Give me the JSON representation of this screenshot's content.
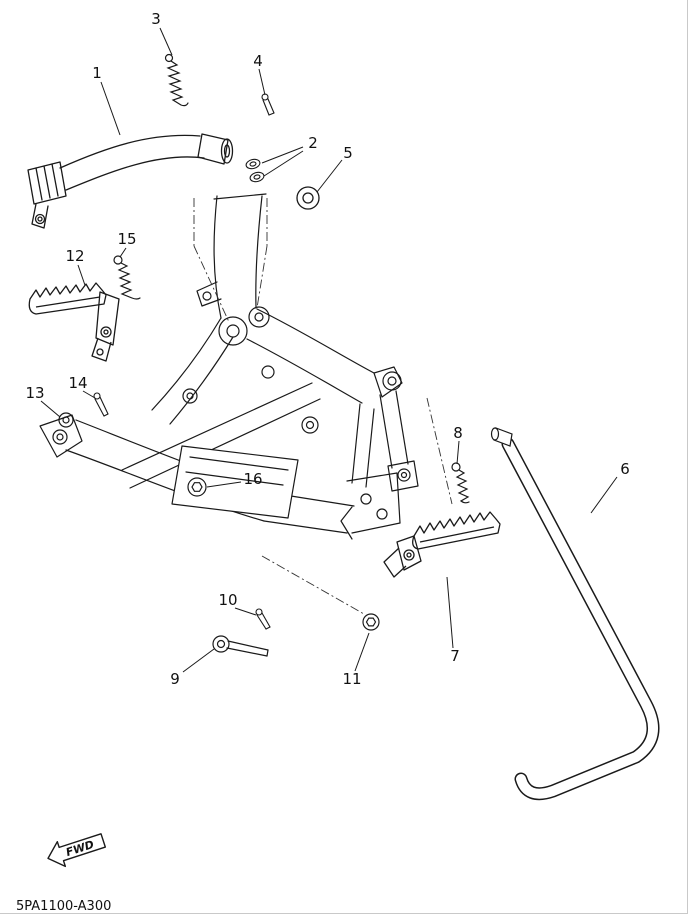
{
  "page": {
    "code": "5PA1100-A300",
    "fwd_label": "FWD"
  },
  "colors": {
    "line": "#1a1a1a",
    "background": "#ffffff"
  },
  "callouts": [
    {
      "n": "1"
    },
    {
      "n": "2"
    },
    {
      "n": "3"
    },
    {
      "n": "4"
    },
    {
      "n": "5"
    },
    {
      "n": "6"
    },
    {
      "n": "7"
    },
    {
      "n": "8"
    },
    {
      "n": "9"
    },
    {
      "n": "10"
    },
    {
      "n": "11"
    },
    {
      "n": "12"
    },
    {
      "n": "13"
    },
    {
      "n": "14"
    },
    {
      "n": "15"
    },
    {
      "n": "16"
    }
  ]
}
